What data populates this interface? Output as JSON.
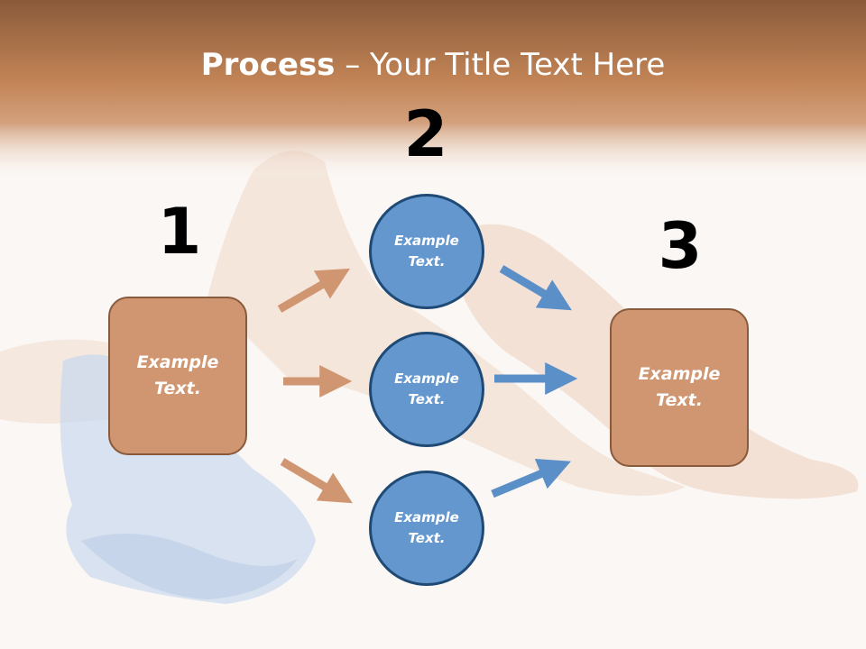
{
  "title": {
    "bold": "Process",
    "rest": " – Your Title Text Here"
  },
  "steps": {
    "one": {
      "number": "1",
      "text": "Example\nText."
    },
    "two": {
      "number": "2"
    },
    "three": {
      "number": "3",
      "text": "Example\nText."
    }
  },
  "circles": [
    {
      "text": "Example\nText."
    },
    {
      "text": "Example\nText."
    },
    {
      "text": "Example\nText."
    }
  ],
  "colors": {
    "box_fill": "#d09671",
    "circle_fill": "#6497cd",
    "left_arrows": "#d09671",
    "right_arrows": "#5b8fc8",
    "header_band": "#b8784a"
  }
}
